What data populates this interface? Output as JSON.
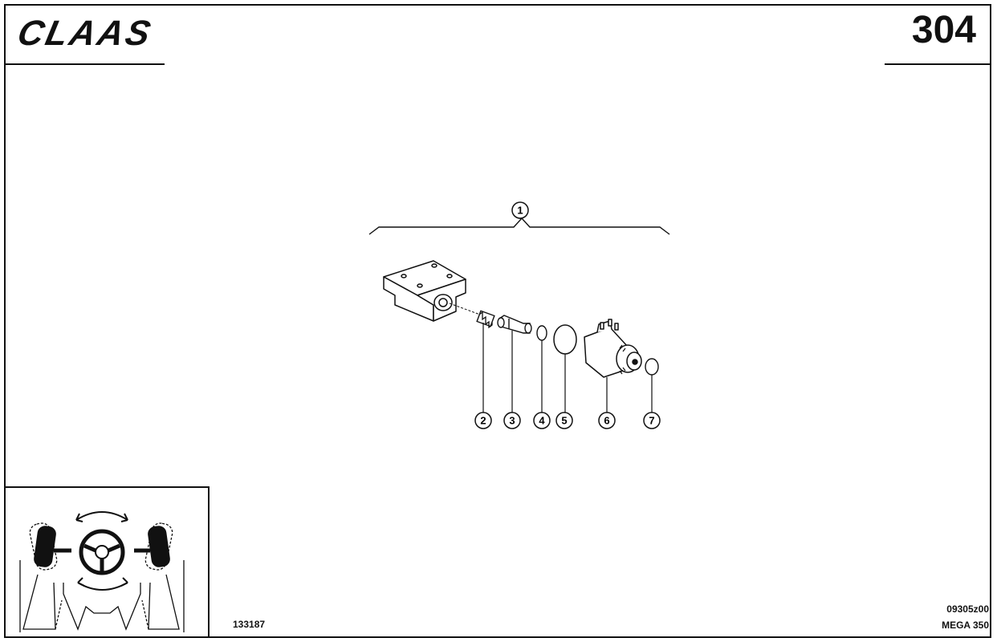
{
  "header": {
    "logo_text": "CLAAS",
    "page_number": "304"
  },
  "callouts": [
    "1",
    "2",
    "3",
    "4",
    "5",
    "6",
    "7"
  ],
  "footer": {
    "illustration_number": "133187",
    "drawing_code": "09305z00",
    "model": "MEGA 350"
  },
  "icons": {
    "inset": "steering-wheel-and-wheels-icon"
  }
}
